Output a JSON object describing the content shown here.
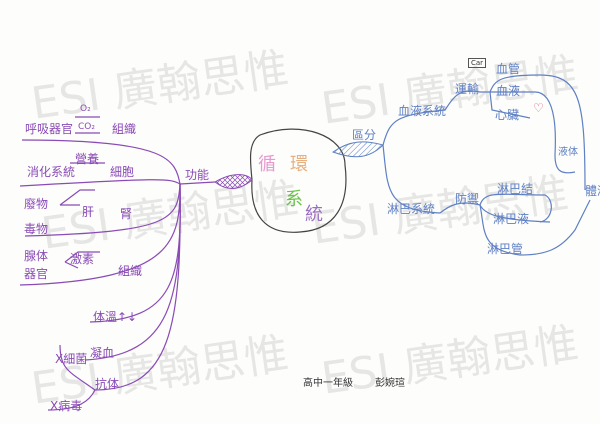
{
  "watermark": "ESI 廣翰思惟",
  "center": {
    "chars": [
      "循",
      "環",
      "系",
      "統"
    ]
  },
  "left": {
    "function_label": "功能",
    "respiratory": {
      "organ": "呼吸器官",
      "o2": "O₂",
      "co2": "CO₂",
      "target": "組織"
    },
    "digestive": {
      "organ": "消化系統",
      "nutrient": "營養",
      "target": "細胞"
    },
    "waste": {
      "a": "廢物",
      "b": "毒物",
      "liver": "肝",
      "kidney": "腎"
    },
    "endocrine": {
      "organ": "腺体器官",
      "hormone": "激素",
      "target": "組織"
    },
    "temperature": "体溫↑↓",
    "clotting": "凝血",
    "antibody": "抗体",
    "bacteria": "X細菌",
    "virus": "X病毒"
  },
  "right": {
    "division_label": "區分",
    "blood_system": "血液系統",
    "transport": "運輸",
    "vessel": "血管",
    "blood": "血液",
    "heart": "心臟",
    "body_fluid": "液体",
    "lymph_system": "淋巴系統",
    "defense": "防禦",
    "lymph_node": "淋巴結",
    "lymph_fluid": "淋巴液",
    "lymph_vessel": "淋巴管",
    "edge": "體液",
    "car_label": "Car"
  },
  "footer": {
    "grade": "高中一年級",
    "author": "彭婉瑄"
  },
  "colors": {
    "purple": "#8a4bb5",
    "blue": "#5f80c4"
  }
}
